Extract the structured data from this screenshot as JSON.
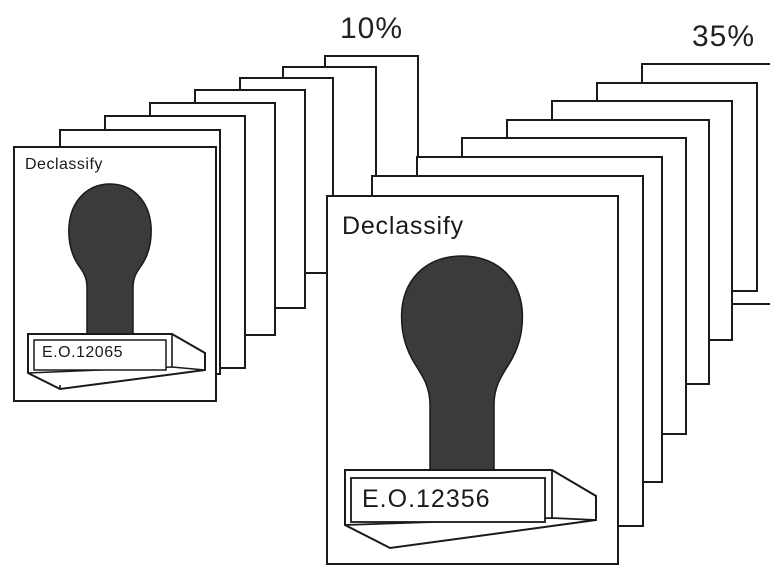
{
  "left_group": {
    "percent_label": "10%",
    "card_title": "Declassify",
    "stamp_text": "E.O.12065"
  },
  "right_group": {
    "percent_label": "35%",
    "card_title": "Declassify",
    "stamp_text": "E.O.12356"
  },
  "colors": {
    "ink": "#1a1a1a",
    "stamp_fill": "#3b3b3b",
    "paper": "#ffffff"
  }
}
